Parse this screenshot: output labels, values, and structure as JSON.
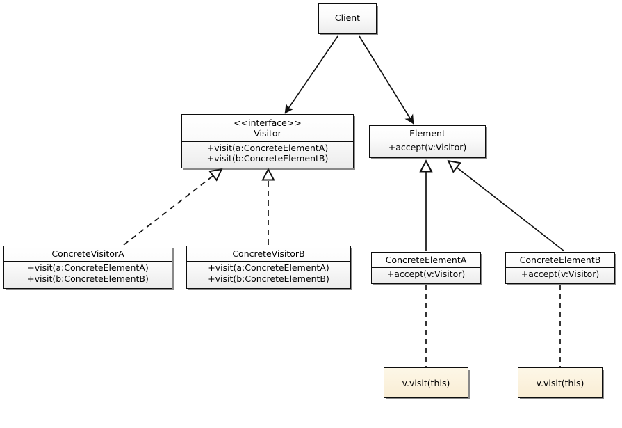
{
  "diagram": {
    "title": "Visitor Pattern UML Class Diagram",
    "colors": {
      "box_fill_top": "#ffffff",
      "box_fill_bottom": "#ececec",
      "box_stroke": "#0d0d0d",
      "note_fill_top": "#fdf7e7",
      "note_fill_bottom": "#f9edd4",
      "note_stroke": "#0d0d0d",
      "line": "#111111",
      "background": "#ffffff"
    }
  },
  "classes": {
    "client": {
      "name": "Client",
      "stereotype": "",
      "members": []
    },
    "visitor": {
      "stereotype": "<<interface>>",
      "name": "Visitor",
      "members": [
        "+visit(a:ConcreteElementA)",
        "+visit(b:ConcreteElementB)"
      ]
    },
    "element": {
      "stereotype": "",
      "name": "Element",
      "members": [
        "+accept(v:Visitor)"
      ]
    },
    "concrete_visitor_a": {
      "stereotype": "",
      "name": "ConcreteVisitorA",
      "members": [
        "+visit(a:ConcreteElementA)",
        "+visit(b:ConcreteElementB)"
      ]
    },
    "concrete_visitor_b": {
      "stereotype": "",
      "name": "ConcreteVisitorB",
      "members": [
        "+visit(a:ConcreteElementA)",
        "+visit(b:ConcreteElementB)"
      ]
    },
    "concrete_element_a": {
      "stereotype": "",
      "name": "ConcreteElementA",
      "members": [
        "+accept(v:Visitor)"
      ]
    },
    "concrete_element_b": {
      "stereotype": "",
      "name": "ConcreteElementB",
      "members": [
        "+accept(v:Visitor)"
      ]
    }
  },
  "notes": {
    "note_a": {
      "text": "v.visit(this)"
    },
    "note_b": {
      "text": "v.visit(this)"
    }
  },
  "relationships": [
    {
      "id": "client-visitor",
      "from": "Client",
      "to": "Visitor",
      "type": "dependency",
      "line": "solid",
      "arrow": "filled-open"
    },
    {
      "id": "client-element",
      "from": "Client",
      "to": "Element",
      "type": "dependency",
      "line": "solid",
      "arrow": "filled-open"
    },
    {
      "id": "cva-visitor",
      "from": "ConcreteVisitorA",
      "to": "Visitor",
      "type": "realization",
      "line": "dashed",
      "arrow": "hollow-triangle"
    },
    {
      "id": "cvb-visitor",
      "from": "ConcreteVisitorB",
      "to": "Visitor",
      "type": "realization",
      "line": "dashed",
      "arrow": "hollow-triangle"
    },
    {
      "id": "cea-element",
      "from": "ConcreteElementA",
      "to": "Element",
      "type": "generalization",
      "line": "solid",
      "arrow": "hollow-triangle"
    },
    {
      "id": "ceb-element",
      "from": "ConcreteElementB",
      "to": "Element",
      "type": "generalization",
      "line": "solid",
      "arrow": "hollow-triangle"
    },
    {
      "id": "cea-note",
      "from": "ConcreteElementA",
      "to": "note_a",
      "type": "note-link",
      "line": "dashed",
      "arrow": "none"
    },
    {
      "id": "ceb-note",
      "from": "ConcreteElementB",
      "to": "note_b",
      "type": "note-link",
      "line": "dashed",
      "arrow": "none"
    }
  ]
}
